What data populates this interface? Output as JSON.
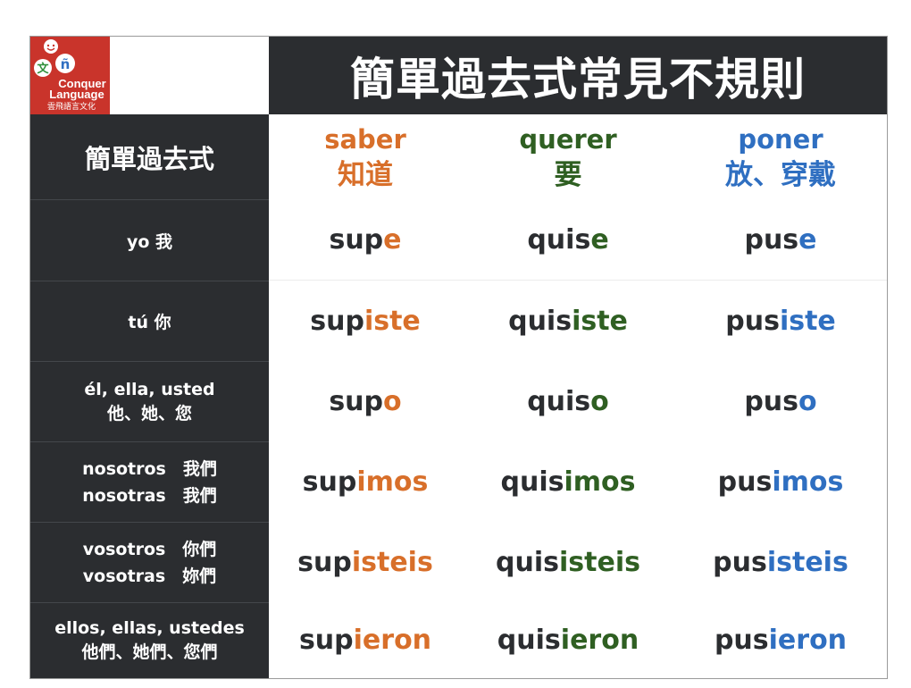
{
  "logo": {
    "brand_line1": "Conquer",
    "brand_line2": "Language",
    "brand_zh": "雲飛語言文化",
    "glyph_wen": "文",
    "glyph_n": "ñ",
    "bg_color": "#c9342b"
  },
  "title": "簡單過去式常見不規則",
  "colors": {
    "saber": "#d86f2a",
    "querer": "#2f5f22",
    "poner": "#2f6fc1",
    "dark": "#2b2d30"
  },
  "corner_label": "簡單過去式",
  "verbs": [
    {
      "es": "saber",
      "zh": "知道",
      "color": "orange"
    },
    {
      "es": "querer",
      "zh": "要",
      "color": "green"
    },
    {
      "es": "poner",
      "zh": "放、穿戴",
      "color": "blue"
    }
  ],
  "pronouns": [
    {
      "line1": "yo 我",
      "line2": ""
    },
    {
      "line1": "tú 你",
      "line2": ""
    },
    {
      "line1": "él, ella, usted",
      "line2": "他、她、您"
    },
    {
      "line1": "nosotros　我們",
      "line2": "nosotras　我們"
    },
    {
      "line1": "vosotros　你們",
      "line2": "vosotras　妳們"
    },
    {
      "line1": "ellos, ellas, ustedes",
      "line2": "他們、她們、您們"
    }
  ],
  "conjugations": [
    [
      {
        "stem": "sup",
        "ending": "e"
      },
      {
        "stem": "quis",
        "ending": "e"
      },
      {
        "stem": "pus",
        "ending": "e"
      }
    ],
    [
      {
        "stem": "sup",
        "ending": "iste"
      },
      {
        "stem": "quis",
        "ending": "iste"
      },
      {
        "stem": "pus",
        "ending": "iste"
      }
    ],
    [
      {
        "stem": "sup",
        "ending": "o"
      },
      {
        "stem": "quis",
        "ending": "o"
      },
      {
        "stem": "pus",
        "ending": "o"
      }
    ],
    [
      {
        "stem": "sup",
        "ending": "imos"
      },
      {
        "stem": "quis",
        "ending": "imos"
      },
      {
        "stem": "pus",
        "ending": "imos"
      }
    ],
    [
      {
        "stem": "sup",
        "ending": "isteis"
      },
      {
        "stem": "quis",
        "ending": "isteis"
      },
      {
        "stem": "pus",
        "ending": "isteis"
      }
    ],
    [
      {
        "stem": "sup",
        "ending": "ieron"
      },
      {
        "stem": "quis",
        "ending": "ieron"
      },
      {
        "stem": "pus",
        "ending": "ieron"
      }
    ]
  ]
}
